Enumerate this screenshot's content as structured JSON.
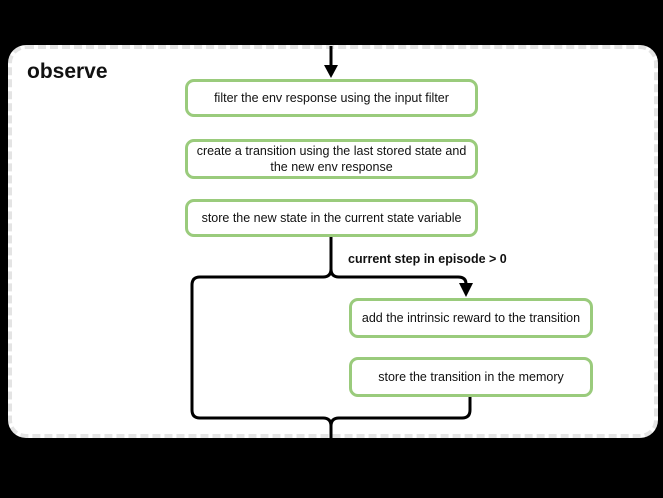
{
  "colors": {
    "outer_bg": "#000000",
    "panel_bg": "#ffffff",
    "panel_dash": "#e4e4e4",
    "box_border": "#9acb7c",
    "line": "#000000",
    "text": "#111111"
  },
  "diagram": {
    "title": "observe",
    "steps": [
      {
        "label": "filter the env response using the input filter"
      },
      {
        "label": "create a transition using the last stored state and the new env response"
      },
      {
        "label": "store the new state in the current state variable"
      }
    ],
    "condition_label": "current step in episode > 0",
    "branch_steps": [
      {
        "label": "add the intrinsic reward to the transition"
      },
      {
        "label": "store the transition in the memory"
      }
    ]
  }
}
